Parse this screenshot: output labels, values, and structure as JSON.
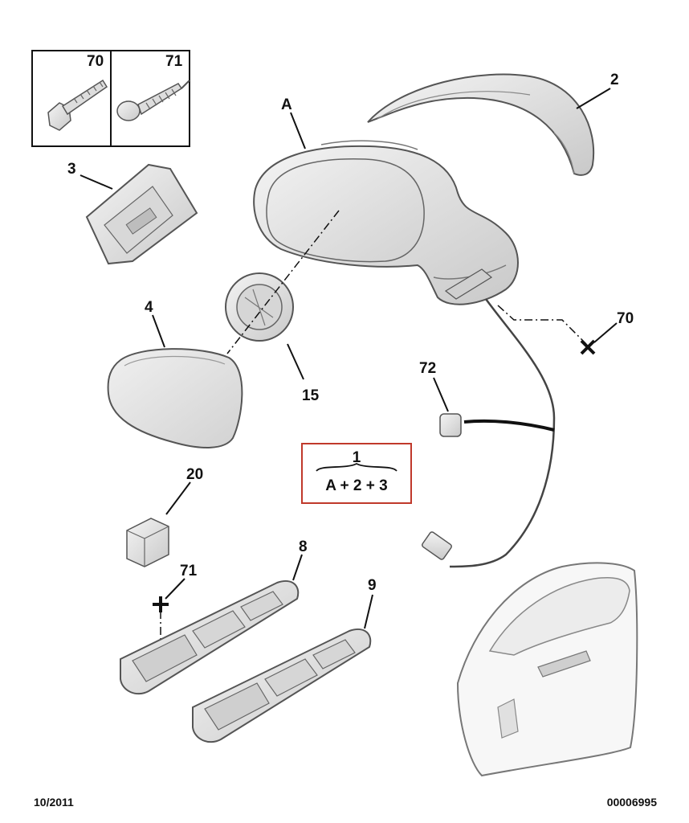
{
  "callouts": {
    "part_70_box": "70",
    "part_71_box": "71",
    "part_2": "2",
    "assembly_a": "A",
    "part_3": "3",
    "part_4": "4",
    "part_15": "15",
    "part_70": "70",
    "part_72": "72",
    "part_20": "20",
    "part_71": "71",
    "part_8": "8",
    "part_9": "9"
  },
  "kit": {
    "number": "1",
    "formula": "A + 2 + 3",
    "border_color": "#c0392b"
  },
  "footer": {
    "date": "10/2011",
    "reference": "00006995"
  },
  "colors": {
    "part_fill": "#e6e6e6",
    "part_stroke": "#555555",
    "leader": "#111111"
  }
}
